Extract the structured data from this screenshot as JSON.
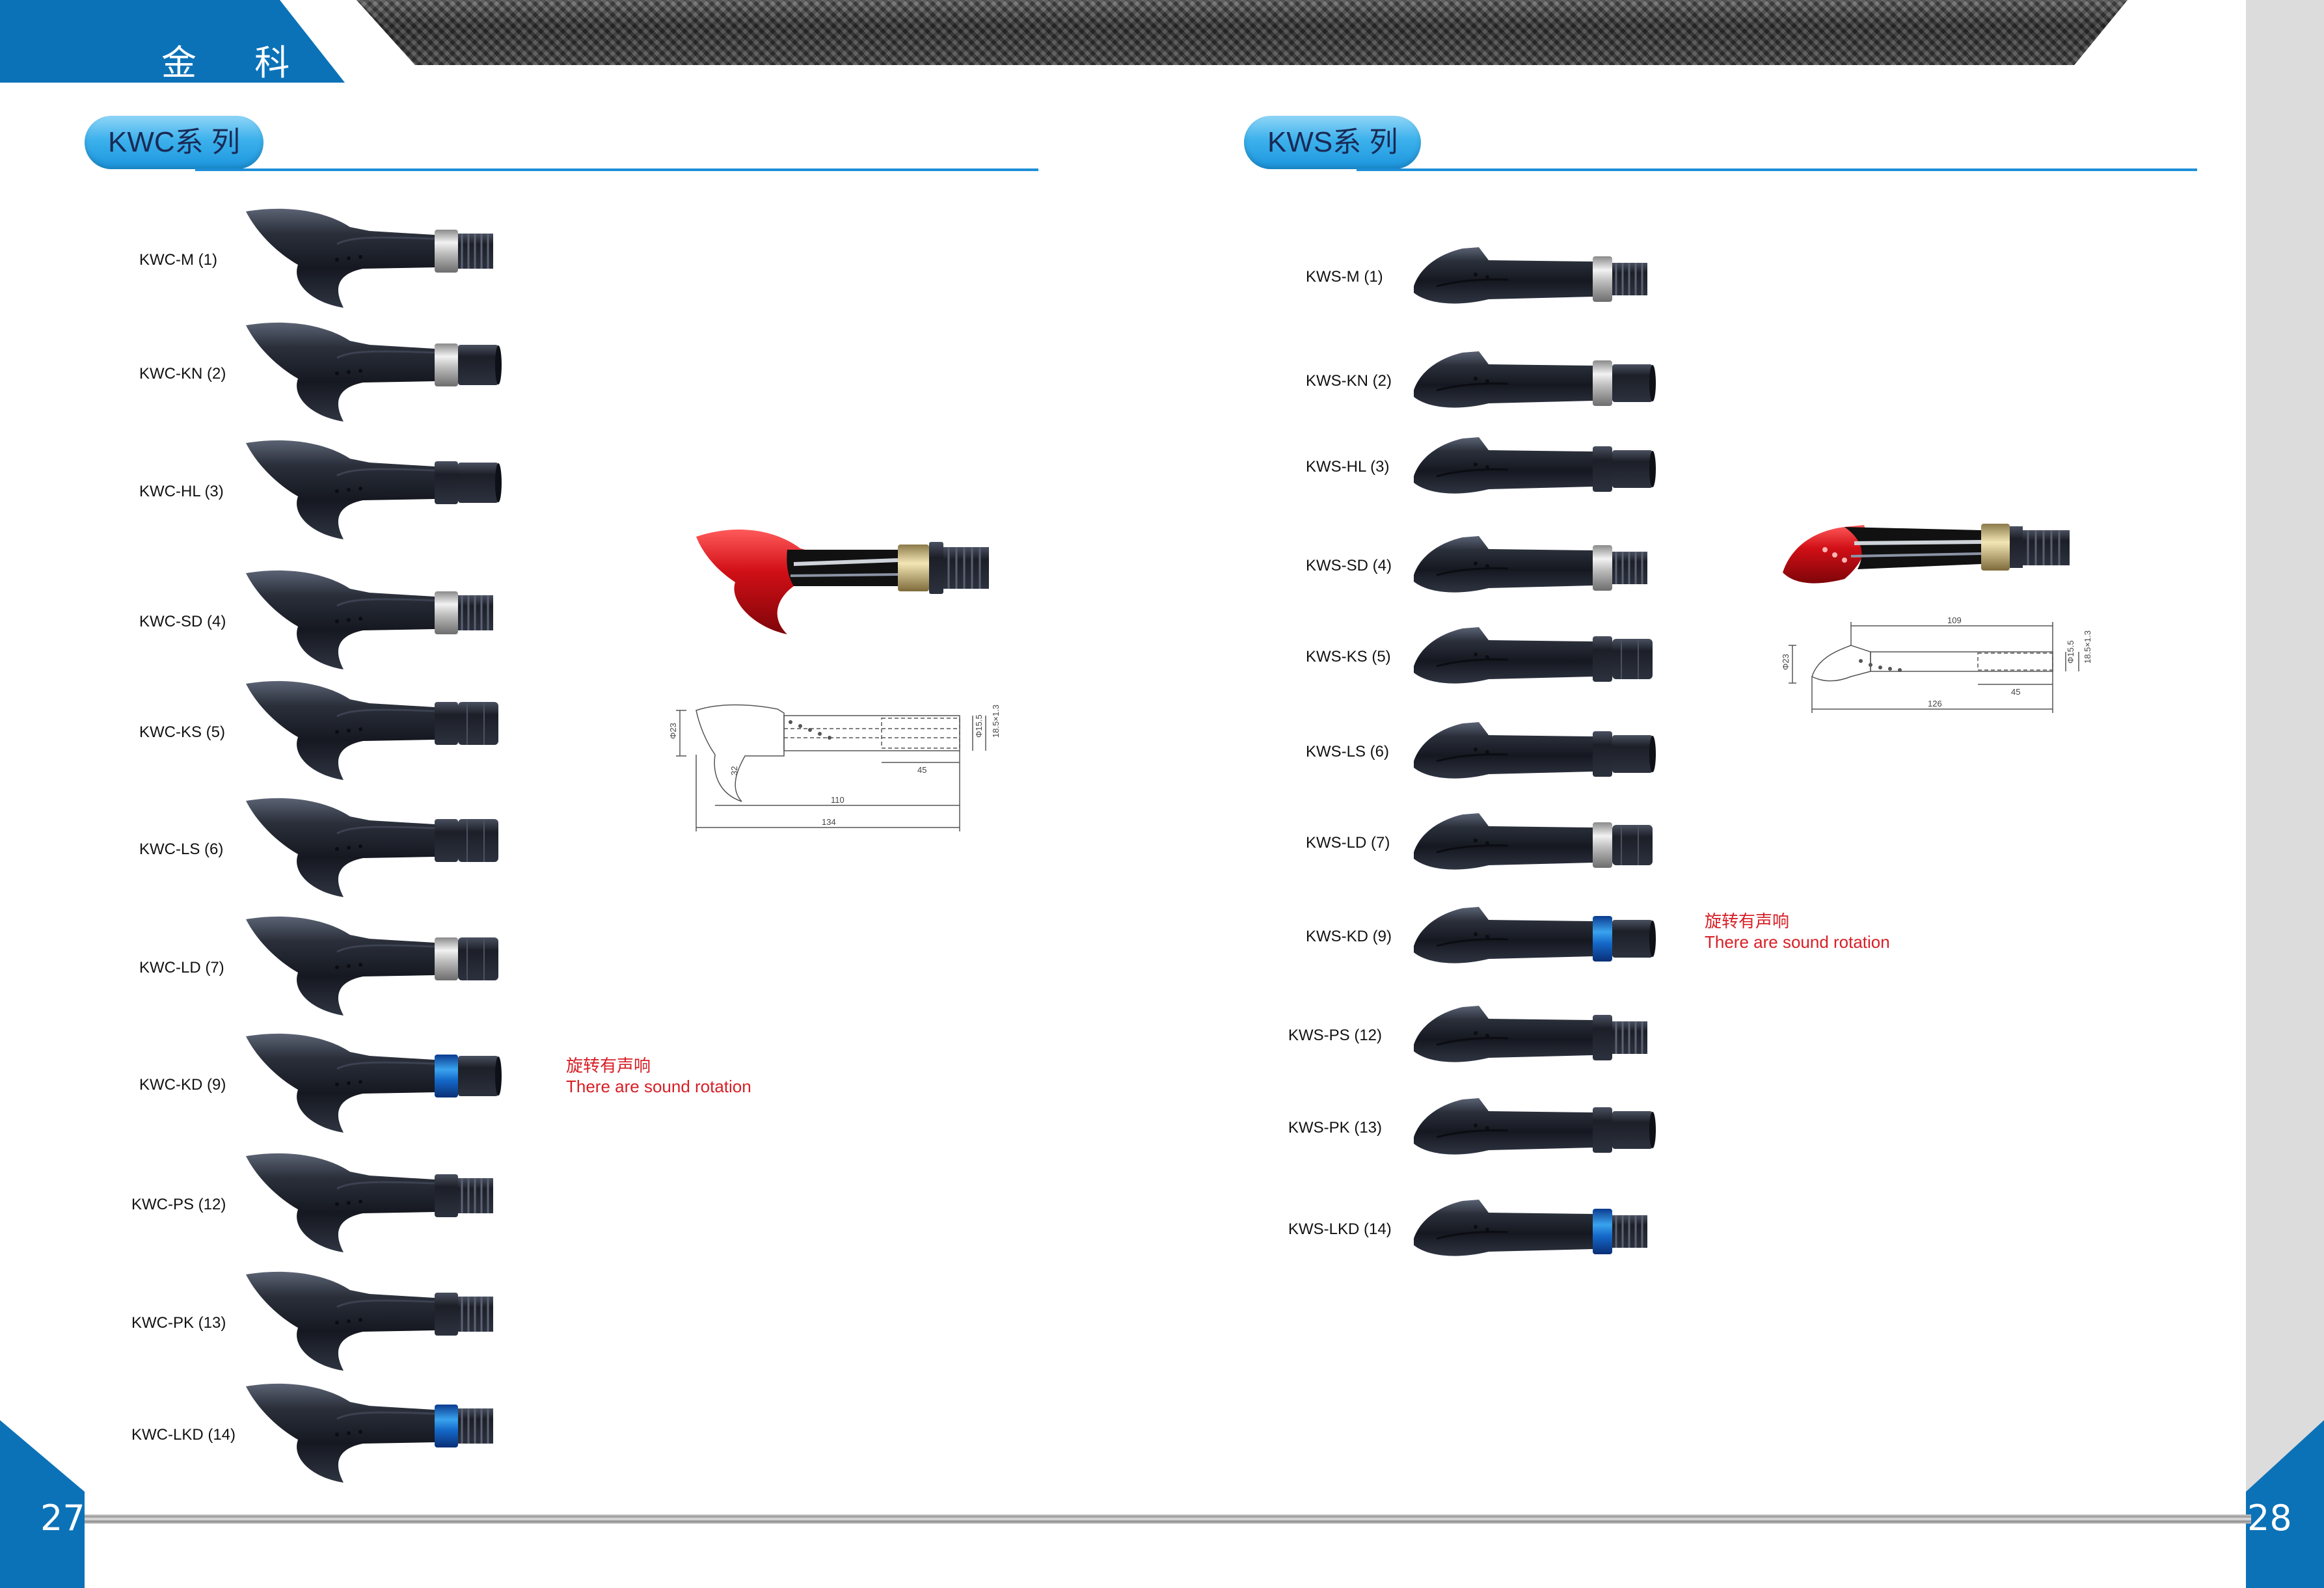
{
  "header": {
    "brand": "金 科"
  },
  "colors": {
    "accent": "#0c72b8",
    "note": "#d71f26"
  },
  "kwc": {
    "title": "KWC系 列",
    "items": [
      {
        "label": "KWC-M (1)",
        "collar": "chrome",
        "end": "thread"
      },
      {
        "label": "KWC-KN (2)",
        "collar": "chrome",
        "end": "plain"
      },
      {
        "label": "KWC-HL (3)",
        "collar": "black",
        "end": "plain"
      },
      {
        "label": "KWC-SD (4)",
        "collar": "chrome",
        "end": "thread"
      },
      {
        "label": "KWC-KS (5)",
        "collar": "black",
        "end": "nut"
      },
      {
        "label": "KWC-LS (6)",
        "collar": "black",
        "end": "nut"
      },
      {
        "label": "KWC-LD (7)",
        "collar": "chrome",
        "end": "nut"
      },
      {
        "label": "KWC-KD (9)",
        "collar": "blue",
        "end": "plain"
      },
      {
        "label": "KWC-PS (12)",
        "collar": "black",
        "end": "thread"
      },
      {
        "label": "KWC-PK (13)",
        "collar": "black",
        "end": "thread"
      },
      {
        "label": "KWC-LKD (14)",
        "collar": "blue",
        "end": "thread"
      }
    ],
    "note_cn": "旋转有声响",
    "note_en": "There are sound rotation",
    "drawing": {
      "d_outer": "Φ23",
      "d_inner": "Φ15.5",
      "thread": "18.5×1.3",
      "len_small": "45",
      "len_mid": "110",
      "len_total": "134",
      "height": "32"
    }
  },
  "kws": {
    "title": "KWS系 列",
    "items": [
      {
        "label": "KWS-M (1)",
        "collar": "chrome",
        "end": "thread"
      },
      {
        "label": "KWS-KN (2)",
        "collar": "chrome",
        "end": "plain"
      },
      {
        "label": "KWS-HL (3)",
        "collar": "black",
        "end": "plain"
      },
      {
        "label": "KWS-SD (4)",
        "collar": "chrome",
        "end": "thread"
      },
      {
        "label": "KWS-KS (5)",
        "collar": "black",
        "end": "nut"
      },
      {
        "label": "KWS-LS (6)",
        "collar": "black",
        "end": "plain"
      },
      {
        "label": "KWS-LD (7)",
        "collar": "chrome",
        "end": "nut"
      },
      {
        "label": "KWS-KD (9)",
        "collar": "blue",
        "end": "plain"
      },
      {
        "label": "KWS-PS (12)",
        "collar": "black",
        "end": "thread"
      },
      {
        "label": "KWS-PK (13)",
        "collar": "black",
        "end": "plain"
      },
      {
        "label": "KWS-LKD (14)",
        "collar": "blue",
        "end": "thread"
      }
    ],
    "note_cn": "旋转有声响",
    "note_en": "There are sound rotation",
    "drawing": {
      "d_outer": "Φ23",
      "d_inner": "Φ15.5",
      "thread": "18.5×1.3",
      "len_small": "45",
      "len_mid": "109",
      "len_total": "126"
    }
  },
  "footer": {
    "page_left": "27",
    "page_right": "28"
  }
}
